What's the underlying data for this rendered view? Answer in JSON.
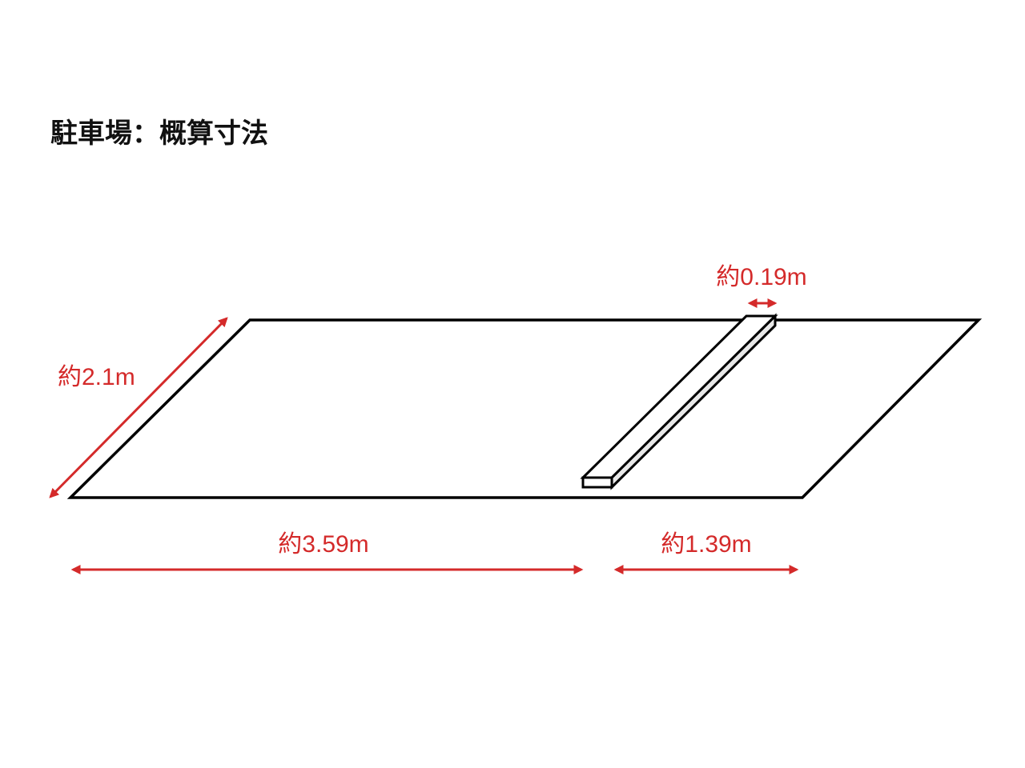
{
  "title": "駐車場：概算寸法",
  "colors": {
    "dimension": "#d42a2a",
    "outline": "#000000"
  },
  "dimensions": {
    "depth": "約2.1m",
    "front_length": "約3.59m",
    "rear_length": "約1.39m",
    "stopper_width": "約0.19m"
  }
}
